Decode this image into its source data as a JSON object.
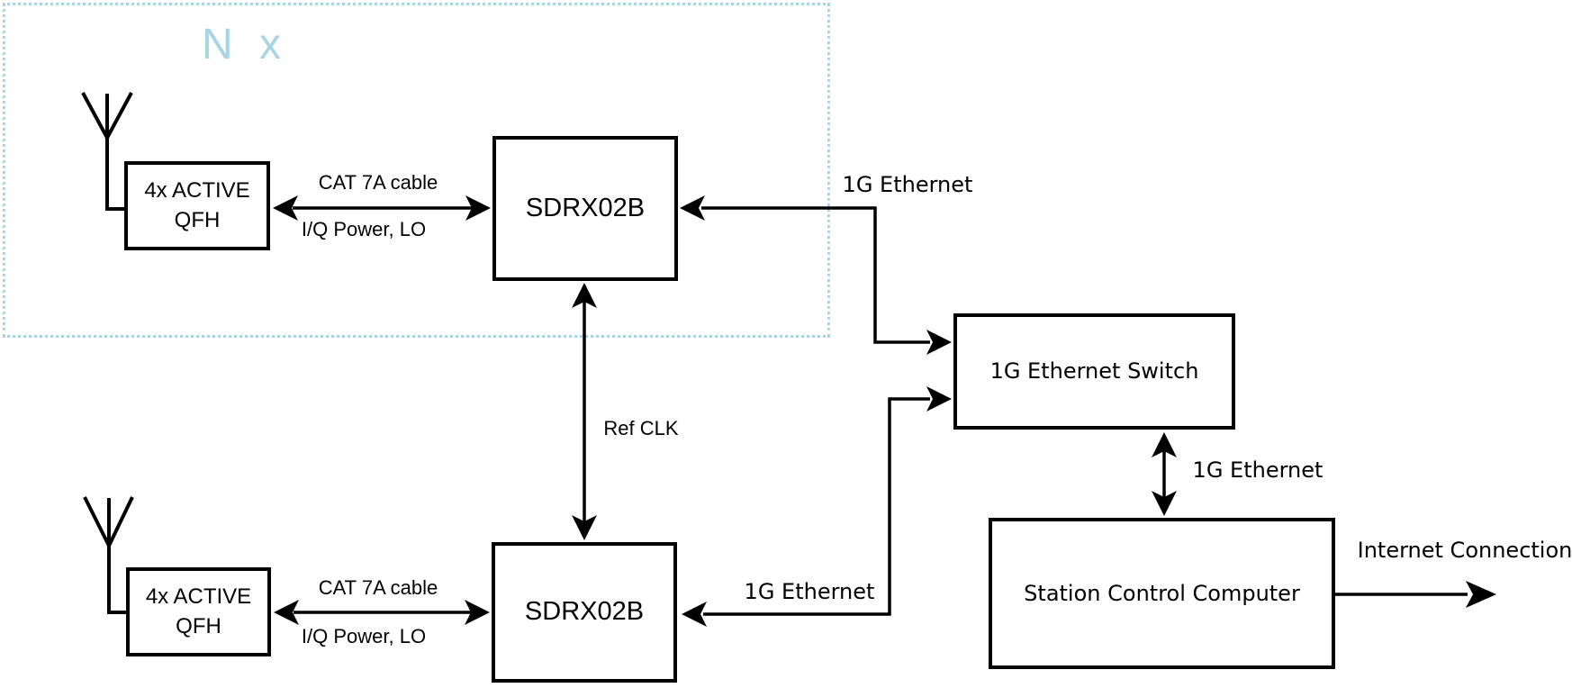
{
  "colors": {
    "accent_blue": "#a8d5e6",
    "line_black": "#000000",
    "background": "#ffffff"
  },
  "group_note": {
    "label": "N x"
  },
  "nodes": {
    "qfh_top": {
      "line1": "4x ACTIVE",
      "line2": "QFH"
    },
    "sdrx_top": {
      "label": "SDRX02B"
    },
    "qfh_bottom": {
      "line1": "4x ACTIVE",
      "line2": "QFH"
    },
    "sdrx_bottom": {
      "label": "SDRX02B"
    },
    "ethernet_switch": {
      "label": "1G Ethernet Switch"
    },
    "station_computer": {
      "label": "Station Control Computer"
    }
  },
  "edge_labels": {
    "cat7a_top": "CAT 7A cable",
    "iq_power_top": "I/Q Power, LO",
    "ethernet_top": "1G Ethernet",
    "ref_clk": "Ref CLK",
    "cat7a_bottom": "CAT 7A cable",
    "iq_power_bottom": "I/Q Power, LO",
    "ethernet_bottom": "1G Ethernet",
    "ethernet_switch_computer": "1G Ethernet",
    "internet_connection": "Internet Connection"
  }
}
